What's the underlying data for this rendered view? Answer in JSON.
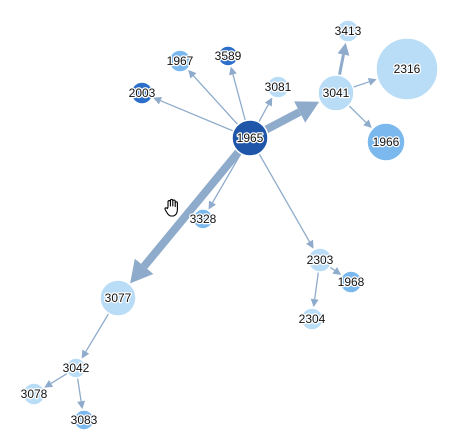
{
  "graph": {
    "colors": {
      "edge": "#8eabcb",
      "light": "#b9dcf7",
      "mid": "#7ab8ee",
      "dark": "#2c6fca",
      "darkest": "#1f56a9"
    },
    "nodes": [
      {
        "id": "1965",
        "tone": "darkest"
      },
      {
        "id": "3041",
        "tone": "light"
      },
      {
        "id": "2316",
        "tone": "light"
      },
      {
        "id": "3413",
        "tone": "light"
      },
      {
        "id": "1966",
        "tone": "mid"
      },
      {
        "id": "1967",
        "tone": "mid"
      },
      {
        "id": "3589",
        "tone": "dark"
      },
      {
        "id": "2003",
        "tone": "dark"
      },
      {
        "id": "3081",
        "tone": "light"
      },
      {
        "id": "3328",
        "tone": "mid"
      },
      {
        "id": "2303",
        "tone": "light"
      },
      {
        "id": "1968",
        "tone": "mid"
      },
      {
        "id": "2304",
        "tone": "light"
      },
      {
        "id": "3077",
        "tone": "light"
      },
      {
        "id": "3042",
        "tone": "light"
      },
      {
        "id": "3078",
        "tone": "light"
      },
      {
        "id": "3083",
        "tone": "mid"
      }
    ],
    "edges": [
      {
        "source": "1965",
        "target": "3041",
        "weight": 5
      },
      {
        "source": "1965",
        "target": "3077",
        "weight": 5
      },
      {
        "source": "1965",
        "target": "1967",
        "weight": 1
      },
      {
        "source": "1965",
        "target": "3589",
        "weight": 1
      },
      {
        "source": "1965",
        "target": "2003",
        "weight": 1
      },
      {
        "source": "1965",
        "target": "3081",
        "weight": 1
      },
      {
        "source": "1965",
        "target": "3328",
        "weight": 1
      },
      {
        "source": "1965",
        "target": "2303",
        "weight": 1
      },
      {
        "source": "3041",
        "target": "3413",
        "weight": 2
      },
      {
        "source": "3041",
        "target": "2316",
        "weight": 1
      },
      {
        "source": "3041",
        "target": "1966",
        "weight": 1
      },
      {
        "source": "2303",
        "target": "1968",
        "weight": 1
      },
      {
        "source": "2303",
        "target": "2304",
        "weight": 1
      },
      {
        "source": "3077",
        "target": "3042",
        "weight": 1
      },
      {
        "source": "3042",
        "target": "3078",
        "weight": 1
      },
      {
        "source": "3042",
        "target": "3083",
        "weight": 1
      }
    ]
  },
  "cursor": {
    "icon": "hand-grab-icon"
  }
}
